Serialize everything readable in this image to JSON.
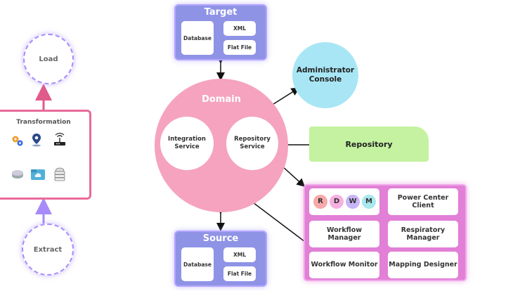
{
  "left": {
    "load_label": "Load",
    "transformation_title": "Transformation",
    "extract_label": "Extract",
    "icons": [
      "gears-icon",
      "location-pin-icon",
      "router-icon",
      "disk-icon",
      "cloud-folder-icon",
      "server-icon"
    ]
  },
  "target": {
    "title": "Target",
    "database": "Database",
    "xml": "XML",
    "flat_file": "Flat File"
  },
  "source": {
    "title": "Source",
    "database": "Database",
    "xml": "XML",
    "flat_file": "Flat File"
  },
  "domain": {
    "title": "Domain",
    "integration_service": "Integration Service",
    "repository_service": "Repository Service"
  },
  "admin_console": "Administrator Console",
  "repository": "Repository",
  "client": {
    "badges": [
      {
        "letter": "R",
        "color": "#f7a8a8"
      },
      {
        "letter": "D",
        "color": "#f5b0e0"
      },
      {
        "letter": "W",
        "color": "#c7b5f7"
      },
      {
        "letter": "M",
        "color": "#a8e8ee"
      }
    ],
    "power_center": "Power Center Client",
    "workflow_manager": "Workflow Manager",
    "respiratory_manager": "Respiratory Manager",
    "workflow_monitor": "Workflow Monitor",
    "mapping_designer": "Mapping Designer"
  },
  "colors": {
    "domain": "#f5a3bf",
    "admin": "#a8e6f5",
    "repository": "#c4f2a0",
    "purple_panel": "#8f93e6",
    "pink_panel": "#f08fb5"
  }
}
